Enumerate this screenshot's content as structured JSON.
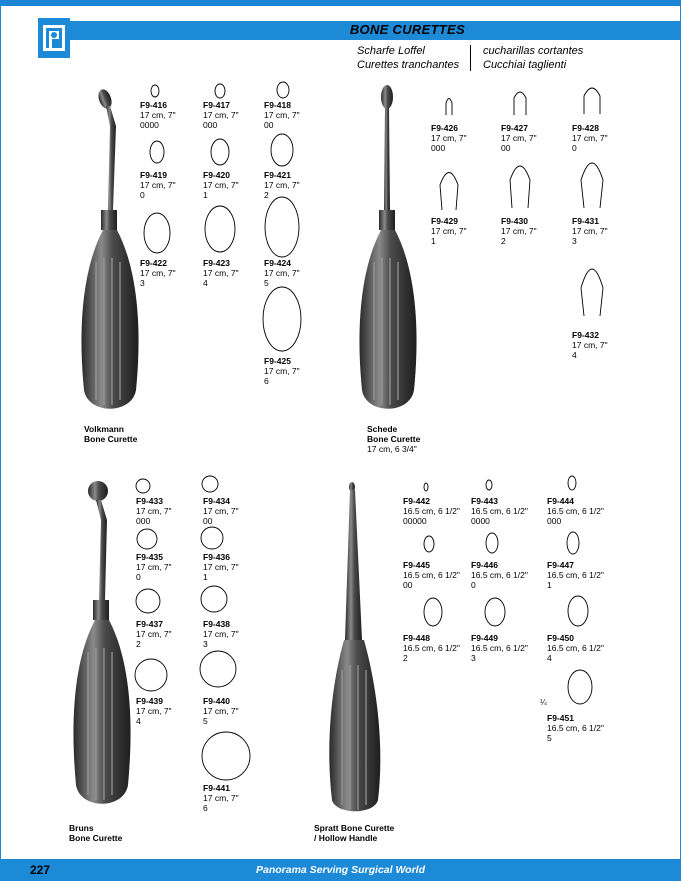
{
  "header": {
    "title": "BONE CURETTES",
    "sub_de": "Scharfe Loffel",
    "sub_es": "cucharillas cortantes",
    "sub_fr": "Curettes tranchantes",
    "sub_it": "Cucchiai taglienti"
  },
  "footer": {
    "page_number": "227",
    "slogan": "Panorama Serving Surgical World"
  },
  "captions": {
    "volkmann": {
      "line1": "Volkmann",
      "line2": "Bone Curette"
    },
    "schede": {
      "line1": "Schede",
      "line2": "Bone Curette",
      "line3": "17 cm, 6 3/4\""
    },
    "bruns": {
      "line1": "Bruns",
      "line2": "Bone Curette"
    },
    "spratt": {
      "line1": "Spratt Bone Curette",
      "line2": "/ Hollow Handle"
    }
  },
  "items": {
    "f416": {
      "code": "F9-416",
      "size": "17 cm, 7\"",
      "grade": "0000"
    },
    "f417": {
      "code": "F9-417",
      "size": "17 cm, 7\"",
      "grade": "000"
    },
    "f418": {
      "code": "F9-418",
      "size": "17 cm, 7\"",
      "grade": "00"
    },
    "f419": {
      "code": "F9-419",
      "size": "17 cm, 7\"",
      "grade": "0"
    },
    "f420": {
      "code": "F9-420",
      "size": "17 cm, 7\"",
      "grade": "1"
    },
    "f421": {
      "code": "F9-421",
      "size": "17 cm, 7\"",
      "grade": "2"
    },
    "f422": {
      "code": "F9-422",
      "size": "17 cm, 7\"",
      "grade": "3"
    },
    "f423": {
      "code": "F9-423",
      "size": "17 cm, 7\"",
      "grade": "4"
    },
    "f424": {
      "code": "F9-424",
      "size": "17 cm, 7\"",
      "grade": "5"
    },
    "f425": {
      "code": "F9-425",
      "size": "17 cm, 7\"",
      "grade": "6"
    },
    "f426": {
      "code": "F9-426",
      "size": "17 cm, 7\"",
      "grade": "000"
    },
    "f427": {
      "code": "F9-427",
      "size": "17 cm, 7\"",
      "grade": "00"
    },
    "f428": {
      "code": "F9-428",
      "size": "17 cm, 7\"",
      "grade": "0"
    },
    "f429": {
      "code": "F9-429",
      "size": "17 cm, 7\"",
      "grade": "1"
    },
    "f430": {
      "code": "F9-430",
      "size": "17 cm, 7\"",
      "grade": "2"
    },
    "f431": {
      "code": "F9-431",
      "size": "17 cm, 7\"",
      "grade": "3"
    },
    "f432": {
      "code": "F9-432",
      "size": "17 cm, 7\"",
      "grade": "4"
    },
    "f433": {
      "code": "F9-433",
      "size": "17 cm, 7\"",
      "grade": "000"
    },
    "f434": {
      "code": "F9-434",
      "size": "17 cm, 7\"",
      "grade": "00"
    },
    "f435": {
      "code": "F9-435",
      "size": "17 cm, 7\"",
      "grade": "0"
    },
    "f436": {
      "code": "F9-436",
      "size": "17 cm, 7\"",
      "grade": "1"
    },
    "f437": {
      "code": "F9-437",
      "size": "17 cm, 7\"",
      "grade": "2"
    },
    "f438": {
      "code": "F9-438",
      "size": "17 cm, 7\"",
      "grade": "3"
    },
    "f439": {
      "code": "F9-439",
      "size": "17 cm, 7\"",
      "grade": "4"
    },
    "f440": {
      "code": "F9-440",
      "size": "17 cm, 7\"",
      "grade": "5"
    },
    "f441": {
      "code": "F9-441",
      "size": "17 cm, 7\"",
      "grade": "6"
    },
    "f442": {
      "code": "F9-442",
      "size": "16.5 cm, 6 1/2\"",
      "grade": "00000"
    },
    "f443": {
      "code": "F9-443",
      "size": "16.5 cm, 6 1/2\"",
      "grade": "0000"
    },
    "f444": {
      "code": "F9-444",
      "size": "16.5 cm, 6 1/2\"",
      "grade": "000"
    },
    "f445": {
      "code": "F9-445",
      "size": "16.5 cm, 6 1/2\"",
      "grade": "00"
    },
    "f446": {
      "code": "F9-446",
      "size": "16.5 cm, 6 1/2\"",
      "grade": "0"
    },
    "f447": {
      "code": "F9-447",
      "size": "16.5 cm, 6 1/2\"",
      "grade": "1"
    },
    "f448": {
      "code": "F9-448",
      "size": "16.5 cm, 6 1/2\"",
      "grade": "2"
    },
    "f449": {
      "code": "F9-449",
      "size": "16.5 cm, 6 1/2\"",
      "grade": "3"
    },
    "f450": {
      "code": "F9-450",
      "size": "16.5 cm, 6 1/2\"",
      "grade": "4"
    },
    "f451": {
      "code": "F9-451",
      "size": "16.5 cm, 6 1/2\"",
      "grade": "5"
    }
  },
  "scale_mark": "¼"
}
